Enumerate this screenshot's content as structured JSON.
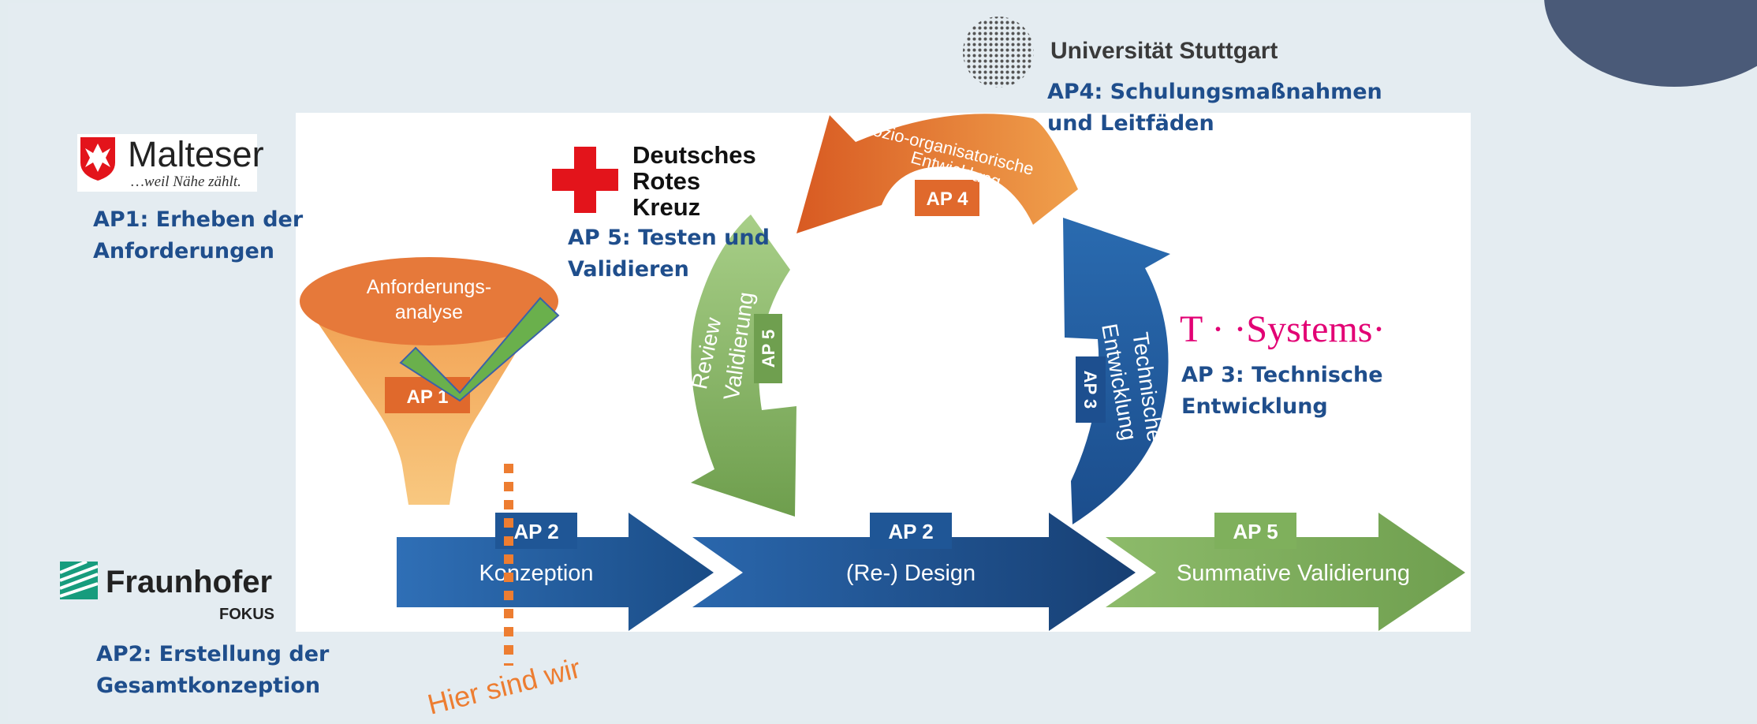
{
  "partners": {
    "malteser": {
      "name": "Malteser",
      "tagline": "…weil Nähe zählt.",
      "caption_1": "AP1: Erheben der",
      "caption_2": "Anforderungen"
    },
    "fraunhofer": {
      "name": "Fraunhofer",
      "sub": "FOKUS",
      "caption_1": "AP2: Erstellung der",
      "caption_2": "Gesamtkonzeption"
    },
    "drk": {
      "line_1": "Deutsches",
      "line_2": "Rotes",
      "line_3": "Kreuz",
      "caption_1": "AP 5: Testen und",
      "caption_2": "Validieren"
    },
    "stuttgart": {
      "name": "Universität Stuttgart",
      "caption_1": "AP4: Schulungsmaßnahmen",
      "caption_2": "und Leitfäden"
    },
    "tsystems": {
      "name": "T · ·Systems·",
      "caption_1": "AP 3: Technische",
      "caption_2": "Entwicklung"
    }
  },
  "diagram": {
    "funnel": {
      "line_1": "Anforderungs-",
      "line_2": "analyse",
      "badge": "AP 1"
    },
    "review": {
      "line_1": "Review",
      "line_2": "Validierung",
      "badge": "AP 5"
    },
    "socio": {
      "line_1": "Sozio-organisatorische",
      "line_2": "Entwicklung",
      "badge": "AP 4"
    },
    "technical": {
      "line_1": "Technische",
      "line_2": "Entwicklung",
      "badge": "AP 3"
    },
    "arrows": [
      {
        "badge": "AP 2",
        "label": "Konzeption"
      },
      {
        "badge": "AP 2",
        "label": "(Re-) Design"
      },
      {
        "badge": "AP 5",
        "label": "Summative Validierung"
      }
    ],
    "marker": "Hier sind wir"
  },
  "colors": {
    "caption": "#1f4e8c",
    "orange": "#e06a2c",
    "green": "#7aa95a",
    "blue": "#1f5a9c",
    "magenta": "#e20074",
    "red": "#e3141b"
  }
}
